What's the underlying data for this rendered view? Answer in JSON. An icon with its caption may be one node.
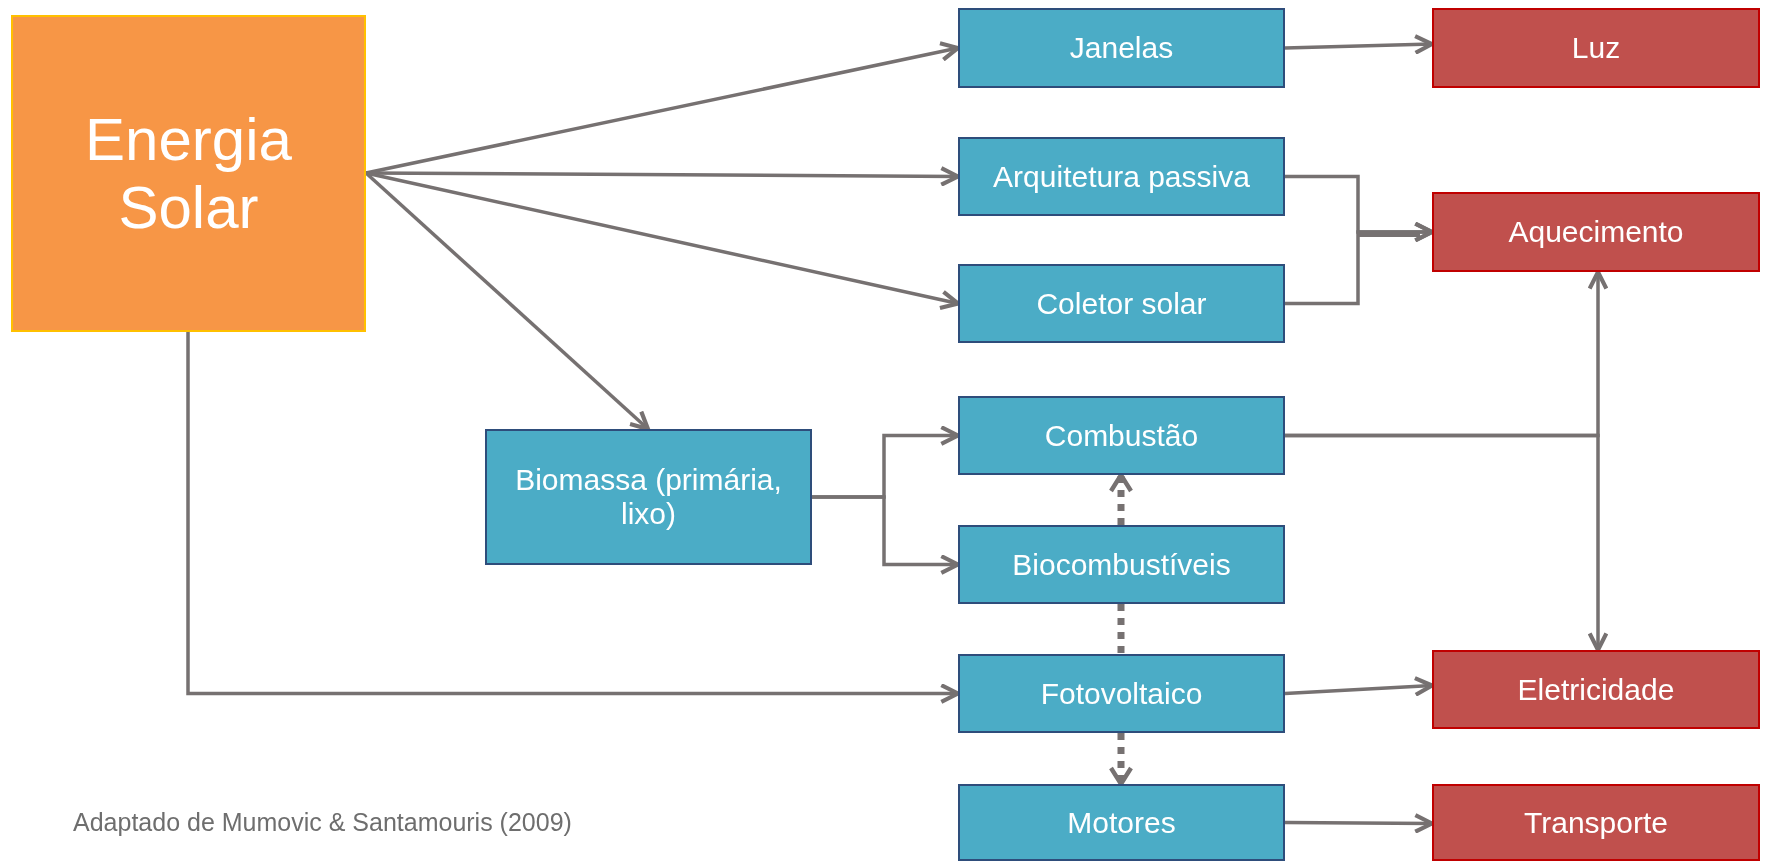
{
  "diagram": {
    "caption": "Adaptado de Mumovic & Santamouris (2009)",
    "nodes": [
      {
        "text": [
          "Energia Solar"
        ]
      },
      {
        "text": [
          "Janelas"
        ]
      },
      {
        "text": [
          "Arquitetura passiva"
        ]
      },
      {
        "text": [
          "Coletor solar"
        ]
      },
      {
        "text": [
          "Biomassa (primária, lixo)"
        ]
      },
      {
        "text": [
          "Combustão"
        ]
      },
      {
        "text": [
          "Biocombustíveis"
        ]
      },
      {
        "text": [
          "Fotovoltaico"
        ]
      },
      {
        "text": [
          "Motores"
        ]
      },
      {
        "text": [
          "Luz"
        ]
      },
      {
        "text": [
          "Aquecimento"
        ]
      },
      {
        "text": [
          "Eletricidade"
        ]
      },
      {
        "text": [
          "Transporte"
        ]
      }
    ],
    "edges": [
      {
        "from": 0,
        "to": 1,
        "arrow": "to"
      },
      {
        "from": 0,
        "to": 2,
        "arrow": "to"
      },
      {
        "from": 0,
        "to": 3,
        "arrow": "to"
      },
      {
        "from": 0,
        "to": 4,
        "arrow": "to"
      },
      {
        "from": 0,
        "to": 7,
        "arrow": "to"
      },
      {
        "from": 1,
        "to": 9,
        "arrow": "to"
      },
      {
        "from": 2,
        "to": 10,
        "arrow": "to"
      },
      {
        "from": 3,
        "to": 10,
        "arrow": "to"
      },
      {
        "from": 4,
        "to": 5,
        "arrow": "to"
      },
      {
        "from": 4,
        "to": 6,
        "arrow": "to"
      },
      {
        "from": 6,
        "to": 5,
        "arrow": "to",
        "style": "dashed"
      },
      {
        "from": 6,
        "to": 7,
        "arrow": "none",
        "style": "dashed"
      },
      {
        "from": 7,
        "to": 8,
        "arrow": "to",
        "style": "dashed"
      },
      {
        "from": 5,
        "to": 10,
        "arrow": "to"
      },
      {
        "from": 5,
        "to": 11,
        "arrow": "to"
      },
      {
        "from": 7,
        "to": 11,
        "arrow": "to"
      },
      {
        "from": 8,
        "to": 12,
        "arrow": "to"
      }
    ]
  }
}
